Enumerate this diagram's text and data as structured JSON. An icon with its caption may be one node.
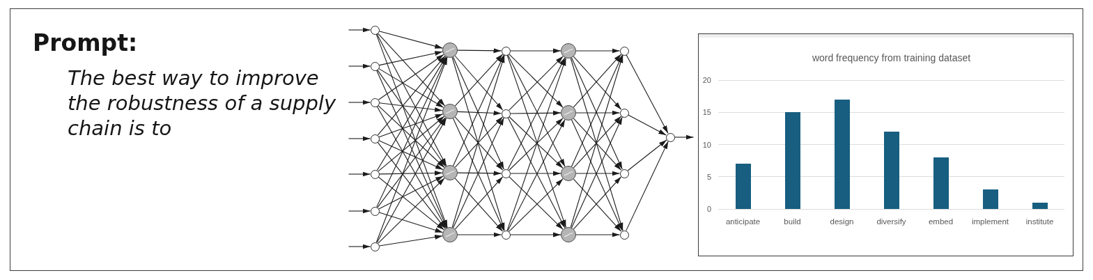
{
  "diagram": {
    "nodes": [
      {
        "text": [],
        "shape": "circle"
      },
      {
        "text": [],
        "shape": "circle"
      },
      {
        "text": [],
        "shape": "circle"
      },
      {
        "text": [],
        "shape": "circle"
      },
      {
        "text": [],
        "shape": "circle"
      },
      {
        "text": [],
        "shape": "circle"
      },
      {
        "text": [],
        "shape": "circle"
      },
      {
        "text": [],
        "shape": "circle"
      },
      {
        "text": [],
        "shape": "circle"
      },
      {
        "text": [],
        "shape": "circle"
      },
      {
        "text": [],
        "shape": "circle"
      },
      {
        "text": [],
        "shape": "circle"
      },
      {
        "text": [],
        "shape": "circle"
      },
      {
        "text": [],
        "shape": "circle"
      },
      {
        "text": [],
        "shape": "circle"
      },
      {
        "text": [],
        "shape": "circle"
      },
      {
        "text": [],
        "shape": "circle"
      },
      {
        "text": [],
        "shape": "circle"
      },
      {
        "text": [],
        "shape": "circle"
      },
      {
        "text": [],
        "shape": "circle"
      },
      {
        "text": [],
        "shape": "circle"
      },
      {
        "text": [],
        "shape": "circle"
      },
      {
        "text": [],
        "shape": "circle"
      },
      {
        "text": [],
        "shape": "circle"
      }
    ],
    "edges": [
      {
        "from": null,
        "to": 0,
        "arrow": "to"
      },
      {
        "from": null,
        "to": 1,
        "arrow": "to"
      },
      {
        "from": null,
        "to": 2,
        "arrow": "to"
      },
      {
        "from": null,
        "to": 3,
        "arrow": "to"
      },
      {
        "from": null,
        "to": 4,
        "arrow": "to"
      },
      {
        "from": null,
        "to": 5,
        "arrow": "to"
      },
      {
        "from": null,
        "to": 6,
        "arrow": "to"
      },
      {
        "from": 0,
        "to": 7,
        "arrow": "to"
      },
      {
        "from": 0,
        "to": 8,
        "arrow": "to"
      },
      {
        "from": 0,
        "to": 9,
        "arrow": "to"
      },
      {
        "from": 0,
        "to": 10,
        "arrow": "to"
      },
      {
        "from": 1,
        "to": 7,
        "arrow": "to"
      },
      {
        "from": 1,
        "to": 8,
        "arrow": "to"
      },
      {
        "from": 1,
        "to": 9,
        "arrow": "to"
      },
      {
        "from": 1,
        "to": 10,
        "arrow": "to"
      },
      {
        "from": 2,
        "to": 7,
        "arrow": "to"
      },
      {
        "from": 2,
        "to": 8,
        "arrow": "to"
      },
      {
        "from": 2,
        "to": 9,
        "arrow": "to"
      },
      {
        "from": 2,
        "to": 10,
        "arrow": "to"
      },
      {
        "from": 3,
        "to": 7,
        "arrow": "to"
      },
      {
        "from": 3,
        "to": 8,
        "arrow": "to"
      },
      {
        "from": 3,
        "to": 9,
        "arrow": "to"
      },
      {
        "from": 3,
        "to": 10,
        "arrow": "to"
      },
      {
        "from": 4,
        "to": 7,
        "arrow": "to"
      },
      {
        "from": 4,
        "to": 8,
        "arrow": "to"
      },
      {
        "from": 4,
        "to": 9,
        "arrow": "to"
      },
      {
        "from": 4,
        "to": 10,
        "arrow": "to"
      },
      {
        "from": 5,
        "to": 7,
        "arrow": "to"
      },
      {
        "from": 5,
        "to": 8,
        "arrow": "to"
      },
      {
        "from": 5,
        "to": 9,
        "arrow": "to"
      },
      {
        "from": 5,
        "to": 10,
        "arrow": "to"
      },
      {
        "from": 6,
        "to": 7,
        "arrow": "to"
      },
      {
        "from": 6,
        "to": 8,
        "arrow": "to"
      },
      {
        "from": 6,
        "to": 9,
        "arrow": "to"
      },
      {
        "from": 6,
        "to": 10,
        "arrow": "to"
      },
      {
        "from": 7,
        "to": 11,
        "arrow": "to"
      },
      {
        "from": 7,
        "to": 12,
        "arrow": "to"
      },
      {
        "from": 7,
        "to": 13,
        "arrow": "to"
      },
      {
        "from": 7,
        "to": 14,
        "arrow": "to"
      },
      {
        "from": 8,
        "to": 11,
        "arrow": "to"
      },
      {
        "from": 8,
        "to": 12,
        "arrow": "to"
      },
      {
        "from": 8,
        "to": 13,
        "arrow": "to"
      },
      {
        "from": 8,
        "to": 14,
        "arrow": "to"
      },
      {
        "from": 9,
        "to": 11,
        "arrow": "to"
      },
      {
        "from": 9,
        "to": 12,
        "arrow": "to"
      },
      {
        "from": 9,
        "to": 13,
        "arrow": "to"
      },
      {
        "from": 9,
        "to": 14,
        "arrow": "to"
      },
      {
        "from": 10,
        "to": 11,
        "arrow": "to"
      },
      {
        "from": 10,
        "to": 12,
        "arrow": "to"
      },
      {
        "from": 10,
        "to": 13,
        "arrow": "to"
      },
      {
        "from": 10,
        "to": 14,
        "arrow": "to"
      },
      {
        "from": 11,
        "to": 15,
        "arrow": "to"
      },
      {
        "from": 11,
        "to": 16,
        "arrow": "to"
      },
      {
        "from": 11,
        "to": 17,
        "arrow": "to"
      },
      {
        "from": 11,
        "to": 18,
        "arrow": "to"
      },
      {
        "from": 12,
        "to": 15,
        "arrow": "to"
      },
      {
        "from": 12,
        "to": 16,
        "arrow": "to"
      },
      {
        "from": 12,
        "to": 17,
        "arrow": "to"
      },
      {
        "from": 12,
        "to": 18,
        "arrow": "to"
      },
      {
        "from": 13,
        "to": 15,
        "arrow": "to"
      },
      {
        "from": 13,
        "to": 16,
        "arrow": "to"
      },
      {
        "from": 13,
        "to": 17,
        "arrow": "to"
      },
      {
        "from": 13,
        "to": 18,
        "arrow": "to"
      },
      {
        "from": 14,
        "to": 15,
        "arrow": "to"
      },
      {
        "from": 14,
        "to": 16,
        "arrow": "to"
      },
      {
        "from": 14,
        "to": 17,
        "arrow": "to"
      },
      {
        "from": 14,
        "to": 18,
        "arrow": "to"
      },
      {
        "from": 15,
        "to": 19,
        "arrow": "to"
      },
      {
        "from": 15,
        "to": 20,
        "arrow": "to"
      },
      {
        "from": 15,
        "to": 21,
        "arrow": "to"
      },
      {
        "from": 15,
        "to": 22,
        "arrow": "to"
      },
      {
        "from": 16,
        "to": 19,
        "arrow": "to"
      },
      {
        "from": 16,
        "to": 20,
        "arrow": "to"
      },
      {
        "from": 16,
        "to": 21,
        "arrow": "to"
      },
      {
        "from": 16,
        "to": 22,
        "arrow": "to"
      },
      {
        "from": 17,
        "to": 19,
        "arrow": "to"
      },
      {
        "from": 17,
        "to": 20,
        "arrow": "to"
      },
      {
        "from": 17,
        "to": 21,
        "arrow": "to"
      },
      {
        "from": 17,
        "to": 22,
        "arrow": "to"
      },
      {
        "from": 18,
        "to": 19,
        "arrow": "to"
      },
      {
        "from": 18,
        "to": 20,
        "arrow": "to"
      },
      {
        "from": 18,
        "to": 21,
        "arrow": "to"
      },
      {
        "from": 18,
        "to": 22,
        "arrow": "to"
      },
      {
        "from": 19,
        "to": 23,
        "arrow": "to"
      },
      {
        "from": 20,
        "to": 23,
        "arrow": "to"
      },
      {
        "from": 21,
        "to": 23,
        "arrow": "to"
      },
      {
        "from": 22,
        "to": 23,
        "arrow": "to"
      },
      {
        "from": 23,
        "to": null,
        "arrow": "to"
      }
    ],
    "labels": [
      "Prompt:",
      "The best way to improve the robustness of a supply chain is to"
    ],
    "chart_data": {
      "type": "bar",
      "title": "word frequency from training dataset",
      "categories": [
        "anticipate",
        "build",
        "design",
        "diversify",
        "embed",
        "implement",
        "institute"
      ],
      "series": [
        {
          "color": "#175e80",
          "values": [
            7,
            15,
            17,
            12,
            8,
            3,
            1
          ]
        }
      ],
      "ylim": [
        0,
        20
      ],
      "yticks": [
        0,
        5,
        10,
        15,
        20
      ]
    }
  }
}
